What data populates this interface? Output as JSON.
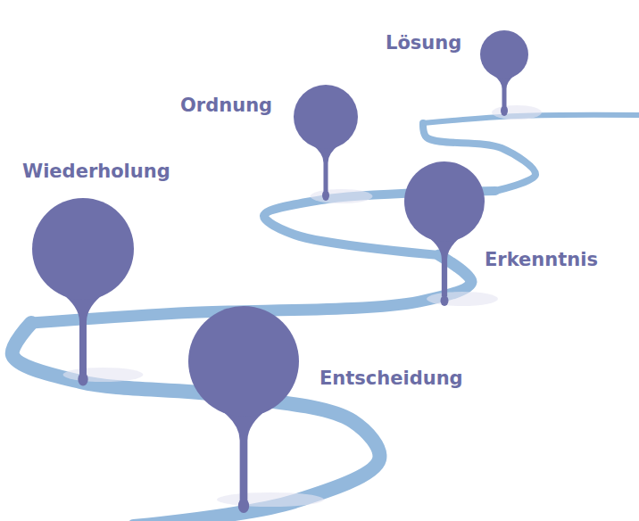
{
  "diagram": {
    "nodes": [
      {
        "text": [
          "Entscheidung"
        ]
      },
      {
        "text": [
          "Wiederholung"
        ]
      },
      {
        "text": [
          "Erkenntnis"
        ]
      },
      {
        "text": [
          "Ordnung"
        ]
      },
      {
        "text": [
          "Lösung"
        ]
      }
    ]
  }
}
